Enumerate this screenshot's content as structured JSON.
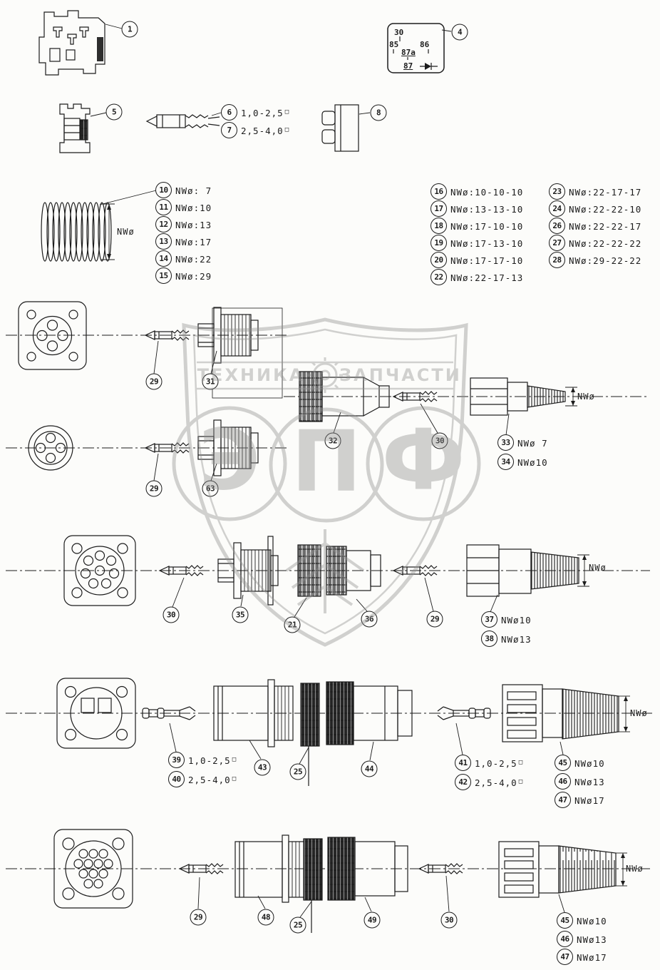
{
  "colors": {
    "ink": "#1c1c1c",
    "page_bg": "#fcfcfa",
    "watermark_gray": "#8f8f8f"
  },
  "watermark": {
    "left_word": "ТЕХНИКА",
    "right_word": "ЗАПЧАСТИ",
    "letters": [
      "Э",
      "П",
      "Ф"
    ],
    "gear_icon": "gear"
  },
  "relay": {
    "pin_30": "30",
    "pin_85": "85",
    "pin_87a": "87a",
    "pin_86": "86",
    "pin_87": "87"
  },
  "labels": {
    "nw": "NWø",
    "sq": "□",
    "wire_small": "1,0-2,5",
    "wire_large": "2,5-4,0",
    "nw7": "NWø 7",
    "nw10": "NWø10",
    "nw13": "NWø13",
    "nw17": "NWø17"
  },
  "callouts": {
    "1": "1",
    "4": "4",
    "5": "5",
    "6": "6",
    "7": "7",
    "8": "8",
    "21": "21",
    "25": "25",
    "29": "29",
    "30": "30",
    "31": "31",
    "32": "32",
    "33": "33",
    "34": "34",
    "35": "35",
    "36": "36",
    "37": "37",
    "38": "38",
    "39": "39",
    "40": "40",
    "41": "41",
    "42": "42",
    "43": "43",
    "44": "44",
    "45": "45",
    "46": "46",
    "47": "47",
    "48": "48",
    "49": "49",
    "63": "63"
  },
  "size_table": {
    "col1": [
      {
        "num": "10",
        "label": "NWø: 7"
      },
      {
        "num": "11",
        "label": "NWø:10"
      },
      {
        "num": "12",
        "label": "NWø:13"
      },
      {
        "num": "13",
        "label": "NWø:17"
      },
      {
        "num": "14",
        "label": "NWø:22"
      },
      {
        "num": "15",
        "label": "NWø:29"
      }
    ],
    "col2": [
      {
        "num": "16",
        "label": "NWø:10-10-10"
      },
      {
        "num": "17",
        "label": "NWø:13-13-10"
      },
      {
        "num": "18",
        "label": "NWø:17-10-10"
      },
      {
        "num": "19",
        "label": "NWø:17-13-10"
      },
      {
        "num": "20",
        "label": "NWø:17-17-10"
      },
      {
        "num": "22",
        "label": "NWø:22-17-13"
      }
    ],
    "col3": [
      {
        "num": "23",
        "label": "NWø:22-17-17"
      },
      {
        "num": "24",
        "label": "NWø:22-22-10"
      },
      {
        "num": "26",
        "label": "NWø:22-22-17"
      },
      {
        "num": "27",
        "label": "NWø:22-22-22"
      },
      {
        "num": "28",
        "label": "NWø:29-22-22"
      }
    ]
  }
}
